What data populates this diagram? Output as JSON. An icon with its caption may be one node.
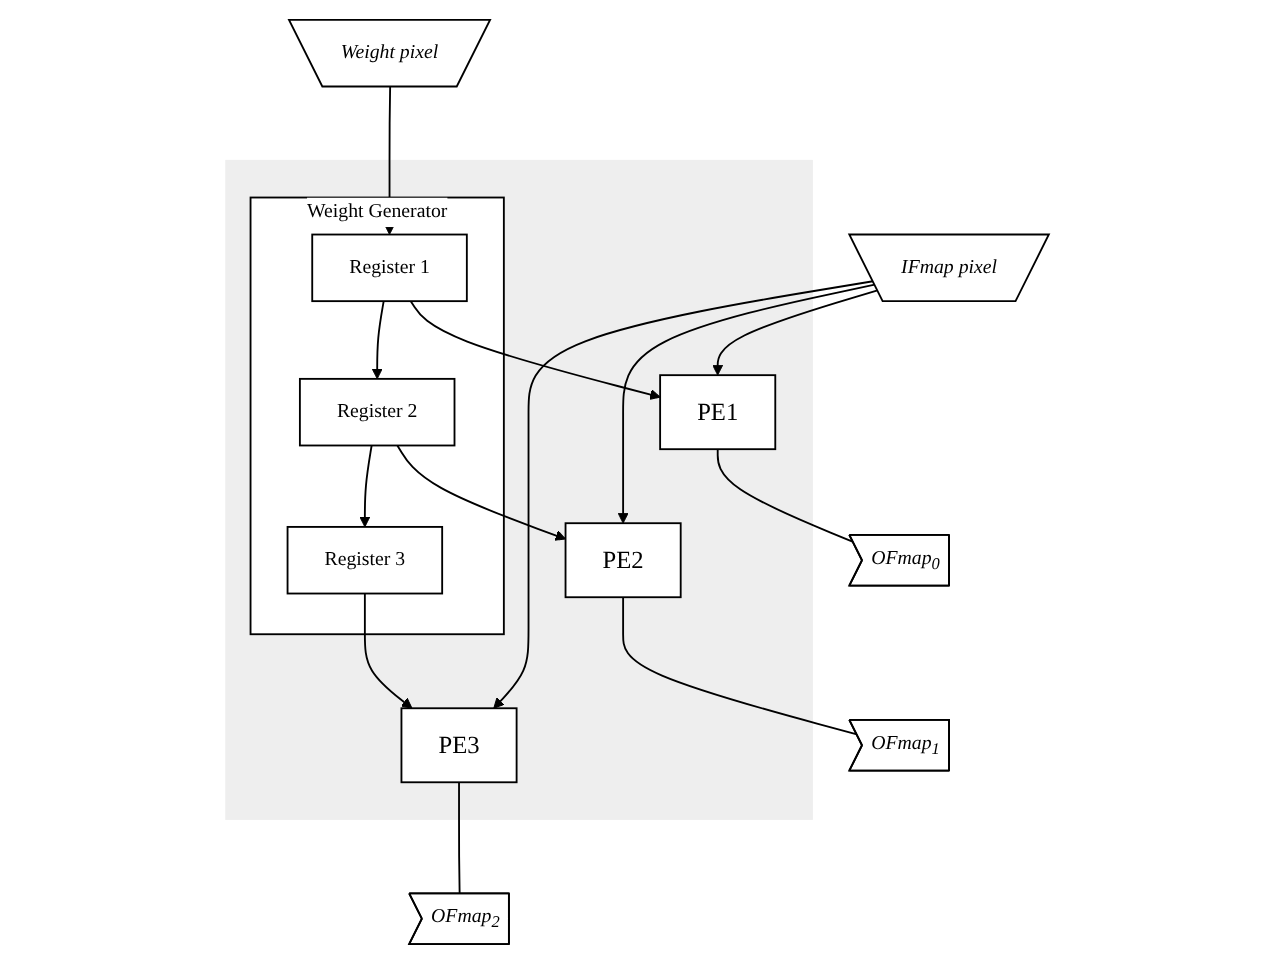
{
  "diagram": {
    "nodes": [
      {
        "text": [],
        "shape": "box"
      },
      {
        "text": [
          "Weight Generator"
        ],
        "in": 0
      },
      {
        "text": [
          "Register 1"
        ],
        "in": 1
      },
      {
        "text": [
          "Register 2"
        ],
        "in": 1
      },
      {
        "text": [
          "Register 3"
        ],
        "in": 1
      },
      {
        "text": [
          "PE1"
        ],
        "in": 0
      },
      {
        "text": [
          "PE2"
        ],
        "in": 0
      },
      {
        "text": [
          "PE3"
        ],
        "in": 0
      },
      {
        "text": [
          "Weight pixel"
        ]
      },
      {
        "text": [
          "IFmap pixel"
        ]
      },
      {
        "text": [
          "OFmap$_{0}$"
        ]
      },
      {
        "text": [
          "OFmap$_{1}$"
        ]
      },
      {
        "text": [
          "OFmap$_{2}$"
        ]
      }
    ],
    "edges": [
      {
        "from": 8,
        "to": 2,
        "arrow": "to"
      },
      {
        "from": 2,
        "to": 3,
        "arrow": "to"
      },
      {
        "from": 3,
        "to": 4,
        "arrow": "to"
      },
      {
        "from": 2,
        "to": 5,
        "arrow": "to"
      },
      {
        "from": 3,
        "to": 6,
        "arrow": "to"
      },
      {
        "from": 4,
        "to": 7,
        "arrow": "to"
      },
      {
        "from": 9,
        "to": 5,
        "arrow": "to"
      },
      {
        "from": 9,
        "to": 6,
        "arrow": "to"
      },
      {
        "from": 9,
        "to": 7,
        "arrow": "to"
      },
      {
        "from": 5,
        "to": 10,
        "arrow": "none"
      },
      {
        "from": 6,
        "to": 11,
        "arrow": "none"
      },
      {
        "from": 7,
        "to": 12,
        "arrow": "none"
      }
    ]
  }
}
